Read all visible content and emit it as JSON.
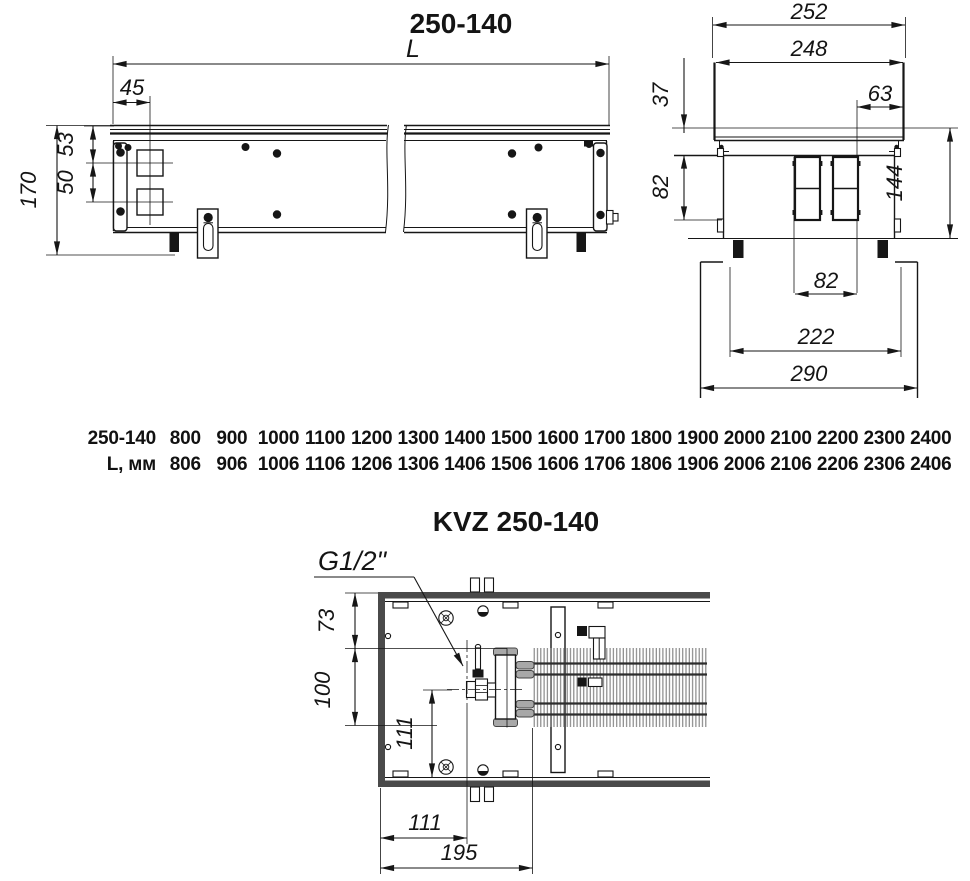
{
  "titles": {
    "top": "250-140",
    "bottom": "KVZ 250-140"
  },
  "side_view": {
    "dim_length": "L",
    "dim_45": "45",
    "dim_53": "53",
    "dim_50": "50",
    "dim_170": "170"
  },
  "end_view": {
    "dim_252": "252",
    "dim_248": "248",
    "dim_63": "63",
    "dim_37": "37",
    "dim_82_side": "82",
    "dim_144": "144",
    "dim_82_bottom": "82",
    "dim_222": "222",
    "dim_290": "290"
  },
  "plan_view": {
    "thread": "G1/2\"",
    "dim_73": "73",
    "dim_100": "100",
    "dim_111_side": "111",
    "dim_111_bottom": "111",
    "dim_195": "195"
  },
  "size_table": {
    "rows": [
      {
        "label": "250-140",
        "values": [
          "800",
          "900",
          "1000",
          "1100",
          "1200",
          "1300",
          "1400",
          "1500",
          "1600",
          "1700",
          "1800",
          "1900",
          "2000",
          "2100",
          "2200",
          "2300",
          "2400"
        ]
      },
      {
        "label": "L, мм",
        "values": [
          "806",
          "906",
          "1006",
          "1106",
          "1206",
          "1306",
          "1406",
          "1506",
          "1606",
          "1706",
          "1806",
          "1906",
          "2006",
          "2106",
          "2206",
          "2306",
          "2406"
        ]
      }
    ]
  }
}
